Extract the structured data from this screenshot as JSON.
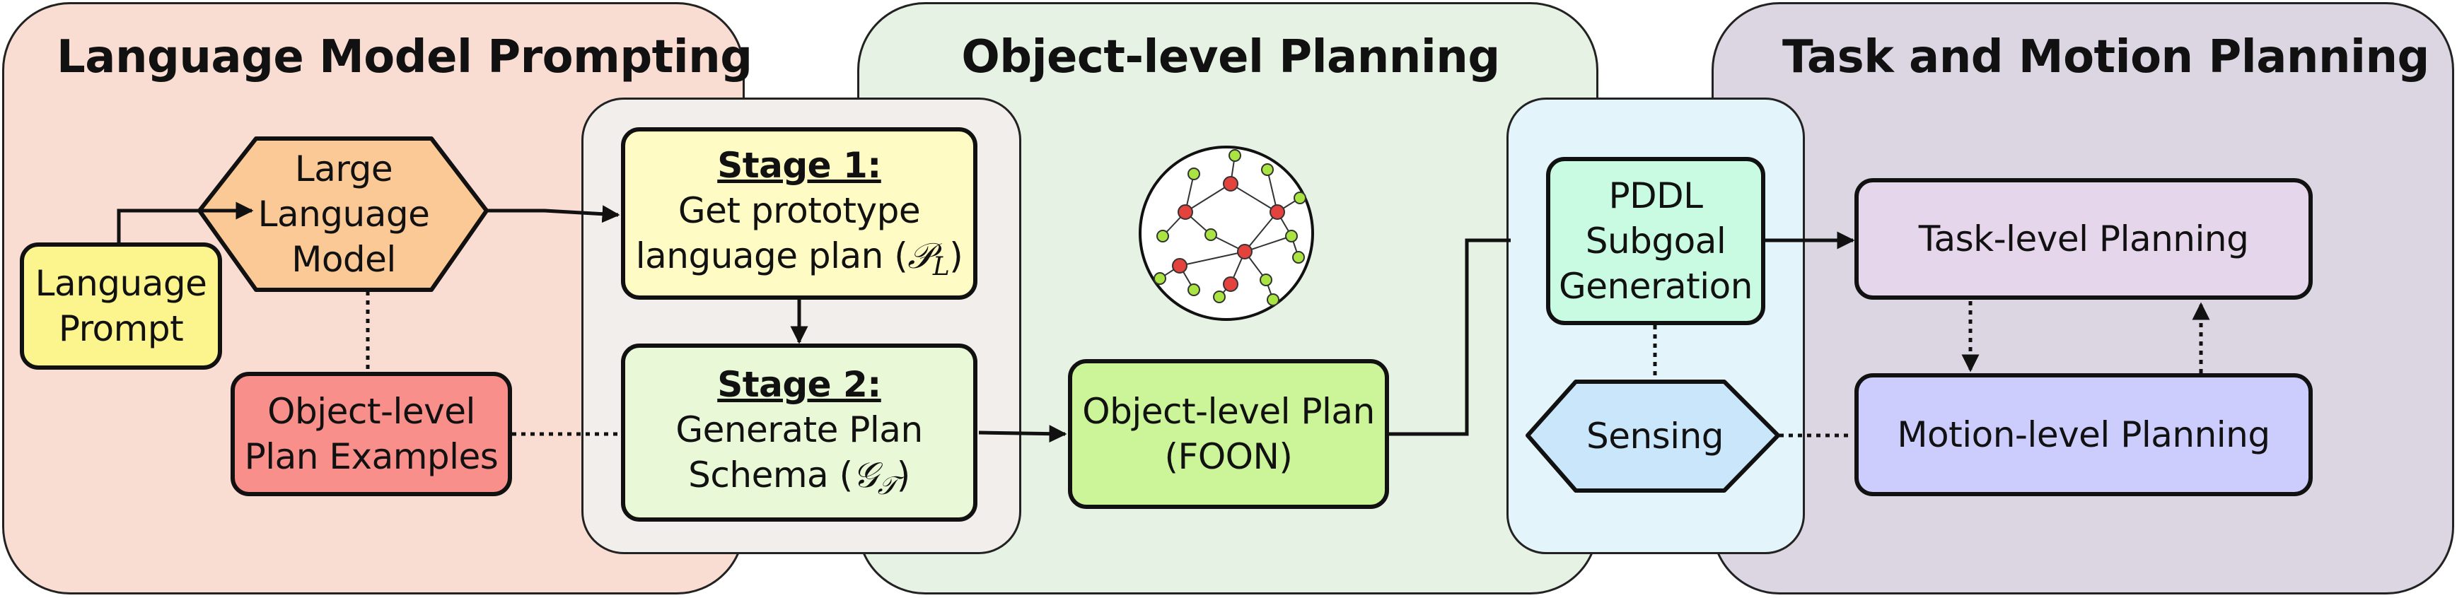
{
  "sections": {
    "prompting": {
      "title": "Language Model Prompting",
      "color": "#f9ddd3"
    },
    "object_planning": {
      "title": "Object-level Planning",
      "color": "#e6f2e3"
    },
    "tamp": {
      "title": "Task and Motion Planning",
      "color": "#dcd6e3"
    }
  },
  "nodes": {
    "language_prompt": {
      "lines": [
        "Language",
        "Prompt"
      ],
      "color": "#fcf58e"
    },
    "llm": {
      "lines": [
        "Large",
        "Language",
        "Model"
      ],
      "color": "#fbc996"
    },
    "plan_examples": {
      "lines": [
        "Object-level",
        "Plan Examples"
      ],
      "color": "#f88f8b"
    },
    "stage1": {
      "title": "Stage 1:",
      "lines": [
        "Get prototype",
        "language plan ("
      ],
      "symbol": "𝒫",
      "subscript": "L",
      "close": ")",
      "color": "#fefbc4"
    },
    "stage2": {
      "title": "Stage 2:",
      "lines": [
        "Generate Plan",
        "Schema ("
      ],
      "symbol": "𝒢",
      "subscript": "𝒯",
      "close": ")",
      "color": "#e9f8d6"
    },
    "object_plan": {
      "lines": [
        "Object-level Plan",
        "(FOON)"
      ],
      "color": "#cbf598"
    },
    "pddl": {
      "lines": [
        "PDDL",
        "Subgoal",
        "Generation"
      ],
      "color": "#c9fae2"
    },
    "sensing": {
      "label": "Sensing",
      "color": "#c9e6fb"
    },
    "task_planning": {
      "label": "Task-level Planning",
      "color": "#e6d6ec"
    },
    "motion_planning": {
      "label": "Motion-level Planning",
      "color": "#ccccfd"
    }
  },
  "group_colors": {
    "stage_box": "#f2eeeb",
    "tamp_inner": "#e3f4fb"
  },
  "graph": {
    "node_colors": {
      "red": "#e4433d",
      "green": "#a9e442"
    }
  }
}
